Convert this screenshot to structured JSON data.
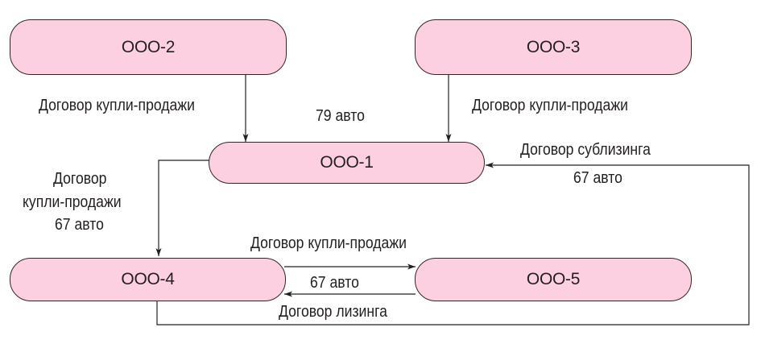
{
  "nodes": {
    "ooo2": "ООО-2",
    "ooo3": "ООО-3",
    "ooo1": "ООО-1",
    "ooo4": "ООО-4",
    "ooo5": "ООО-5"
  },
  "edges": [
    {
      "from": "ООО-2",
      "to": "ООО-1",
      "label": "Договор купли-продажи"
    },
    {
      "from": "ООО-3",
      "to": "ООО-1",
      "label": "Договор купли-продажи"
    },
    {
      "from": "ООО-1",
      "to": "ООО-4",
      "label": "Договор купли-продажи 67 авто"
    },
    {
      "from": "ООО-4",
      "to": "ООО-5",
      "label": "Договор купли-продажи"
    },
    {
      "from": "ООО-5",
      "to": "ООО-4",
      "label": "Договор лизинга"
    },
    {
      "from": "ООО-4",
      "to": "ООО-1",
      "label": "Договор сублизинга 67 авто"
    }
  ],
  "labels": {
    "contract_sale_left": "Договор купли-продажи",
    "contract_sale_right": "Договор купли-продажи",
    "count_79": "79 авто",
    "sublease": "Договор сублизинга",
    "sublease_count": "67 авто",
    "sale_1_4_line1": "Договор",
    "sale_1_4_line2": "купли-продажи",
    "sale_1_4_line3": "67 авто",
    "sale_4_5": "Договор купли-продажи",
    "count_4_5": "67 авто",
    "lease_5_4": "Договор лизинга"
  },
  "colors": {
    "node_fill": "#fcd0e0",
    "node_border": "#3a2326",
    "line": "#231f20"
  }
}
